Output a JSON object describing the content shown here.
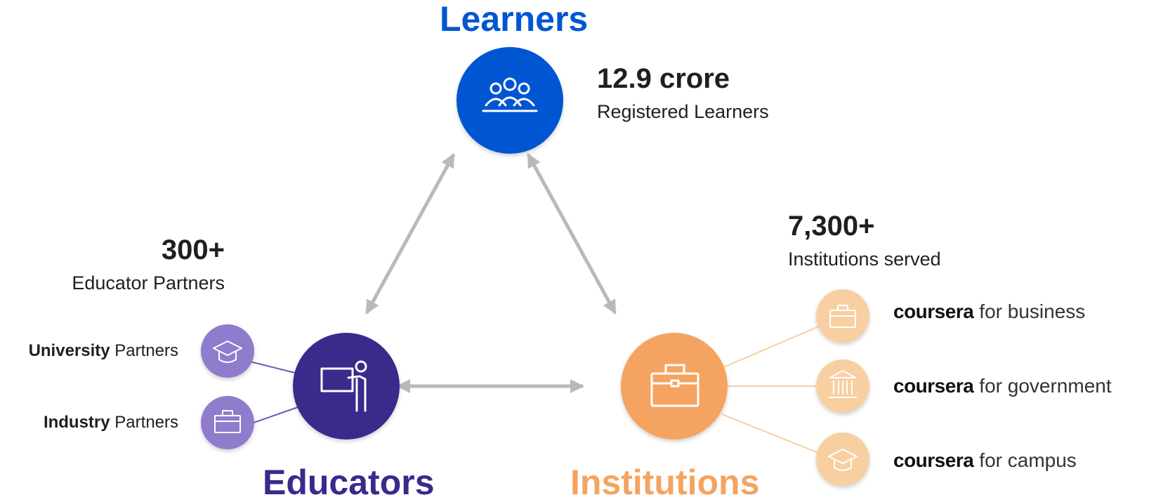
{
  "learners": {
    "title": "Learners",
    "stat_value": "12.9 crore",
    "stat_label": "Registered Learners",
    "icon": "people-icon"
  },
  "educators": {
    "title": "Educators",
    "stat_value": "300+",
    "stat_label": "Educator Partners",
    "icon": "teacher-board-icon",
    "partners": [
      {
        "bold": "University",
        "rest": "Partners",
        "icon": "graduation-cap-icon"
      },
      {
        "bold": "Industry",
        "rest": "Partners",
        "icon": "briefcase-icon"
      }
    ]
  },
  "institutions": {
    "title": "Institutions",
    "stat_value": "7,300+",
    "stat_label": "Institutions served",
    "icon": "briefcase-icon",
    "offerings": [
      {
        "brand": "coursera",
        "suffix": "for business",
        "icon": "briefcase-icon"
      },
      {
        "brand": "coursera",
        "suffix": "for government",
        "icon": "government-building-icon"
      },
      {
        "brand": "coursera",
        "suffix": "for campus",
        "icon": "graduation-cap-icon"
      }
    ]
  },
  "colors": {
    "learners": "#0056d2",
    "educators": "#3b2a8c",
    "educator_partner": "#8f7ccc",
    "institutions": "#f4a460",
    "institution_offering": "#f8cfa0",
    "arrow": "#b9b9b9"
  }
}
